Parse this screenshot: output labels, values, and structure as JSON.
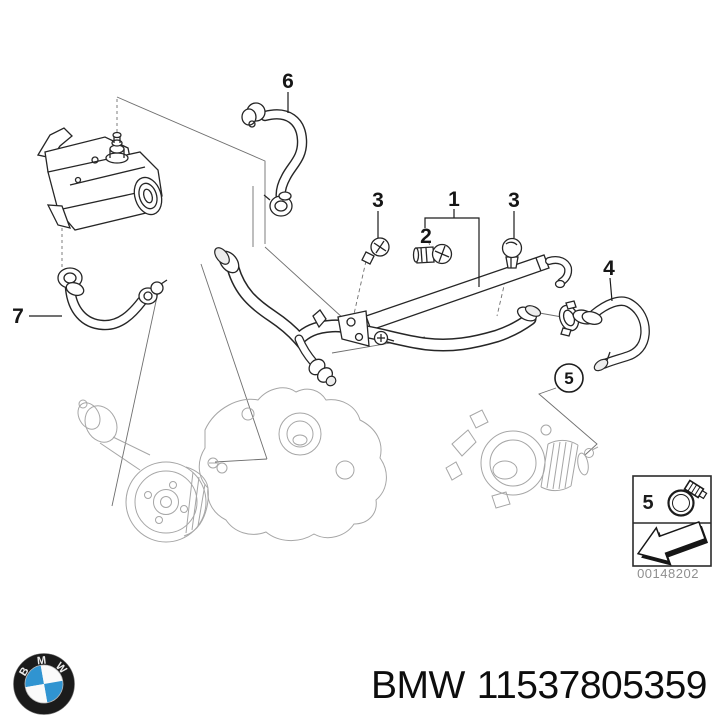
{
  "diagram": {
    "callouts": {
      "item1": "1",
      "item2": "2",
      "item3_left": "3",
      "item3_right": "3",
      "item4": "4",
      "item5": "5",
      "item6": "6",
      "item7": "7"
    },
    "legend": {
      "item_number": "5",
      "catalog_number": "00148202"
    }
  },
  "footer": {
    "brand": "BMW",
    "part_number": "11537805359",
    "logo_letters": {
      "b": "B",
      "m": "M",
      "w": "W"
    }
  },
  "colors": {
    "part_line": "#262626",
    "ghost_line": "#a6a6a6",
    "leader_line": "#6f6f6f",
    "logo_blue": "#3094d1",
    "logo_ring": "#1b1b1b",
    "catalog_text": "#8f8f8f"
  }
}
